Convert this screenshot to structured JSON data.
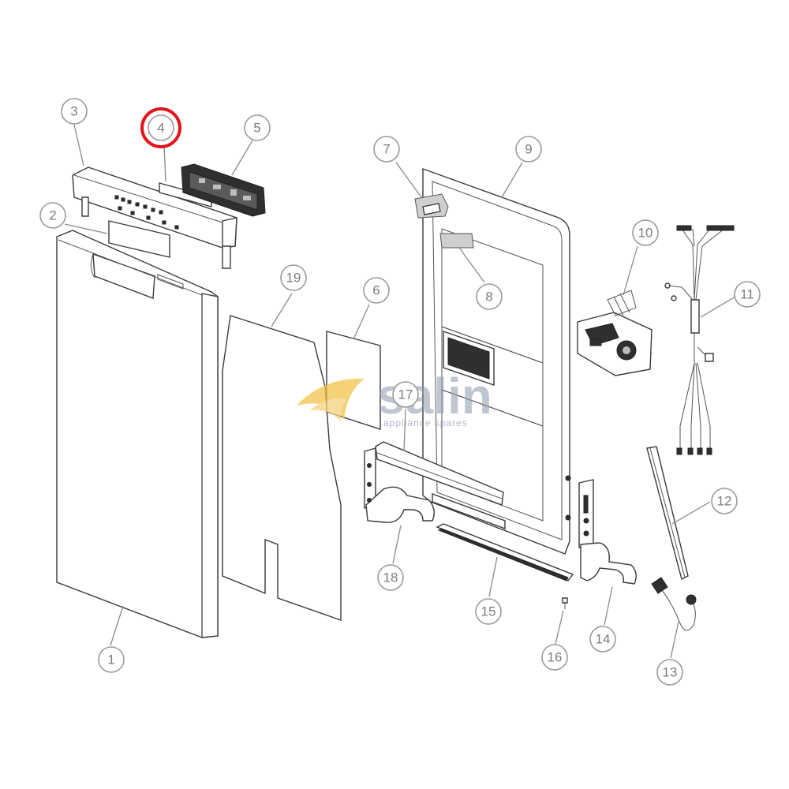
{
  "callouts": [
    {
      "id": "1",
      "label": "1"
    },
    {
      "id": "2",
      "label": "2"
    },
    {
      "id": "3",
      "label": "3"
    },
    {
      "id": "4",
      "label": "4",
      "highlighted": true
    },
    {
      "id": "5",
      "label": "5"
    },
    {
      "id": "6",
      "label": "6"
    },
    {
      "id": "7",
      "label": "7"
    },
    {
      "id": "8",
      "label": "8"
    },
    {
      "id": "9",
      "label": "9"
    },
    {
      "id": "10",
      "label": "10"
    },
    {
      "id": "11",
      "label": "11"
    },
    {
      "id": "12",
      "label": "12"
    },
    {
      "id": "13",
      "label": "13"
    },
    {
      "id": "14",
      "label": "14"
    },
    {
      "id": "15",
      "label": "15"
    },
    {
      "id": "16",
      "label": "16"
    },
    {
      "id": "17",
      "label": "17"
    },
    {
      "id": "18",
      "label": "18"
    },
    {
      "id": "19",
      "label": "19"
    }
  ],
  "watermark": {
    "brand": "salin",
    "tagline": "appliance spares"
  },
  "colors": {
    "highlight_ring": "#e0141c",
    "callout_stroke": "#9a9a9a",
    "watermark_swoosh": "#f2c24a",
    "watermark_text": "#8d99ad"
  }
}
